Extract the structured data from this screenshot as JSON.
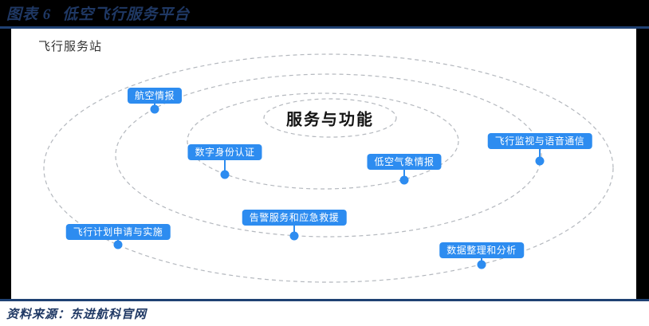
{
  "header": {
    "figure_no": "图表 6",
    "title": "低空飞行服务平台"
  },
  "diagram": {
    "panel_title": "飞行服务站",
    "center_label": "服务与功能",
    "nodes": [
      {
        "label": "航空情报"
      },
      {
        "label": "数字身份认证"
      },
      {
        "label": "低空气象情报"
      },
      {
        "label": "飞行监视与语音通信"
      },
      {
        "label": "告警服务和应急救援"
      },
      {
        "label": "飞行计划申请与实施"
      },
      {
        "label": "数据整理和分析"
      }
    ]
  },
  "footer": {
    "source": "资料来源：东进航科官网"
  },
  "colors": {
    "accent_blue": "#2D8CF0",
    "navy_text": "#1F3864",
    "rule_navy": "#1F4173",
    "orbit_gray": "#B4B8BE",
    "panel_bg": "#FFFFFF",
    "page_bg": "#000000"
  }
}
